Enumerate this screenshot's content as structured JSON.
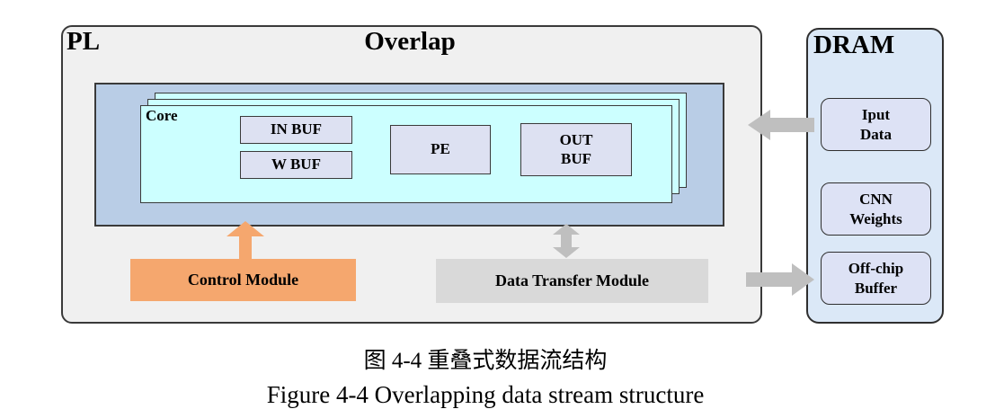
{
  "colors": {
    "page-bg": "#ffffff",
    "pl-fill": "#f0f0f0",
    "panel-blue": "#b9cde6",
    "core-cyan": "#ccffff",
    "buf-lavender": "#dde1f2",
    "dram-fill": "#dbe8f7",
    "dram-item-fill": "#dde2f5",
    "orange": "#f5a76e",
    "gray-module": "#d9d9d9",
    "arrow-gray": "#bfbfbf",
    "border-dark": "#3a3a3a"
  },
  "pl": {
    "label": "PL",
    "title": "Overlap",
    "core": {
      "label": "Core",
      "in_buf": "IN BUF",
      "w_buf": "W BUF",
      "pe": "PE",
      "out_buf": "OUT\nBUF"
    },
    "control_module": "Control Module",
    "data_transfer_module": "Data Transfer Module"
  },
  "dram": {
    "label": "DRAM",
    "items": [
      {
        "label": "Iput\nData"
      },
      {
        "label": "CNN\nWeights"
      },
      {
        "label": "Off-chip\nBuffer"
      }
    ]
  },
  "captions": {
    "zh": "图 4-4 重叠式数据流结构",
    "en": "Figure 4-4 Overlapping data stream structure"
  }
}
